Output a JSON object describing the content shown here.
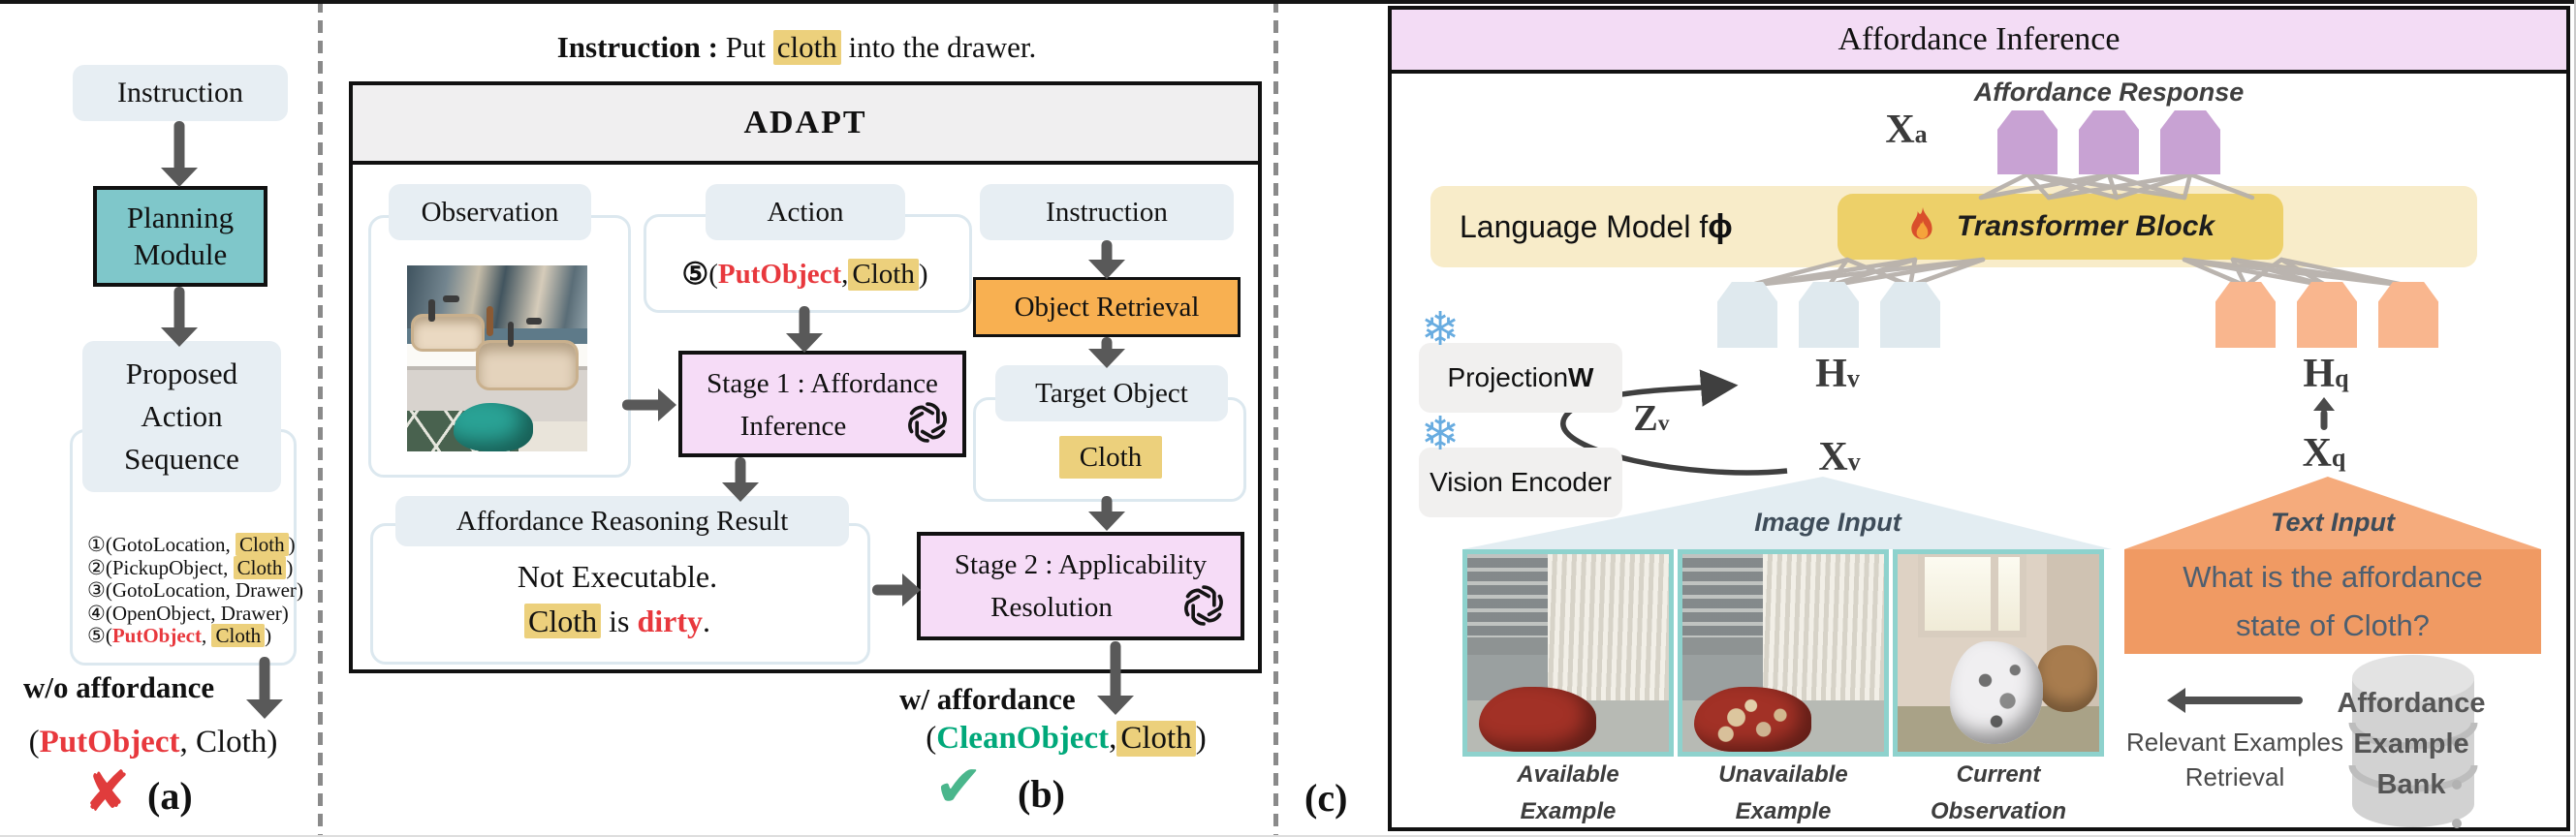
{
  "colors": {
    "highlight": "#ecd07c",
    "red": "#e8383d",
    "green": "#00a87a",
    "teal": "#7fc7ca",
    "stage_pink": "#f6dcf7",
    "retrieval_orange": "#f8b051",
    "header_pink": "#f3dcf5",
    "lm_yellow": "#f8ecc9",
    "transformer_yellow": "#edd069",
    "purple_token": "#c8a2d3",
    "hv_token": "#dfe9ee",
    "hq_token": "#f9b68e",
    "text_orange": "#f09a63",
    "snowflake_blue": "#68ace0"
  },
  "panel_a": {
    "instruction": "Instruction",
    "planning_l1": "Planning",
    "planning_l2": "Module",
    "proposed_l1": "Proposed",
    "proposed_l2": "Action",
    "proposed_l3": "Sequence",
    "actions": [
      {
        "n": "①",
        "pre": "(GotoLocation, ",
        "obj": "Cloth",
        "post": ")"
      },
      {
        "n": "②",
        "pre": "(PickupObject, ",
        "obj": "Cloth",
        "post": ")"
      },
      {
        "n": "③",
        "pre": "(GotoLocation, ",
        "obj": "Drawer",
        "post": ")"
      },
      {
        "n": "④",
        "pre": "(OpenObject, ",
        "obj": "Drawer",
        "post": ")"
      },
      {
        "n": "⑤",
        "pre": "(",
        "verb": "PutObject",
        "sep": ", ",
        "obj": "Cloth",
        "post": ")"
      }
    ],
    "wo_affordance": "w/o affordance",
    "result": {
      "open": "(",
      "verb": "PutObject",
      "rest": ", Cloth)"
    },
    "cross_icon": "✘",
    "label": "(a)"
  },
  "panel_b": {
    "title": {
      "bold": "Instruction :",
      "pre": " Put ",
      "hl": "cloth",
      "post": " into the drawer."
    },
    "adapt": "ADAPT",
    "observation": "Observation",
    "action_header": "Action",
    "action": {
      "n": "⑤",
      "open": "(",
      "verb": "PutObject",
      "sep": ", ",
      "obj": "Cloth",
      "close": ")"
    },
    "stage1_l1": "Stage 1 : Affordance",
    "stage1_l2": "Inference",
    "reasoning_header": "Affordance Reasoning Result",
    "reasoning_l1": "Not Executable.",
    "reasoning": {
      "obj": "Cloth",
      "mid": " is ",
      "adj": "dirty",
      "end": "."
    },
    "instruction": "Instruction",
    "object_retrieval": "Object Retrieval",
    "target_object": "Target Object",
    "cloth": "Cloth",
    "stage2_l1": "Stage 2 : Applicability",
    "stage2_l2": "Resolution",
    "w_affordance": "w/ affordance",
    "result": {
      "open": "(",
      "verb": "CleanObject",
      "sep": ", ",
      "obj": "Cloth",
      "close": ")"
    },
    "check_icon": "✔",
    "label": "(b)"
  },
  "panel_c": {
    "header": "Affordance Inference",
    "affordance_response": "Affordance Response",
    "x_a": {
      "base": "X",
      "sub": "a"
    },
    "language_model": {
      "text": "Language Model f",
      "phi": "ϕ"
    },
    "transformer_block": "Transformer Block",
    "projection": {
      "text": "Projection ",
      "w": "W"
    },
    "vision_encoder": "Vision Encoder",
    "h_v": {
      "base": "H",
      "sub": "v"
    },
    "x_v": {
      "base": "X",
      "sub": "v"
    },
    "z_v": {
      "base": "Z",
      "sub": "v"
    },
    "h_q": {
      "base": "H",
      "sub": "q"
    },
    "x_q": {
      "base": "X",
      "sub": "q"
    },
    "image_input": "Image Input",
    "text_input": "Text Input",
    "question_l1": "What is the affordance",
    "question_l2": "state of Cloth?",
    "captions": [
      {
        "l1": "Available",
        "l2": "Example"
      },
      {
        "l1": "Unavailable",
        "l2": "Example"
      },
      {
        "l1": "Current",
        "l2": "Observation"
      }
    ],
    "retrieval_l1": "Relevant Examples",
    "retrieval_l2": "Retrieval",
    "bank_l1": "Affordance",
    "bank_l2": "Example",
    "bank_l3": "Bank",
    "snowflake_icon": "❄",
    "label": "(c)"
  }
}
